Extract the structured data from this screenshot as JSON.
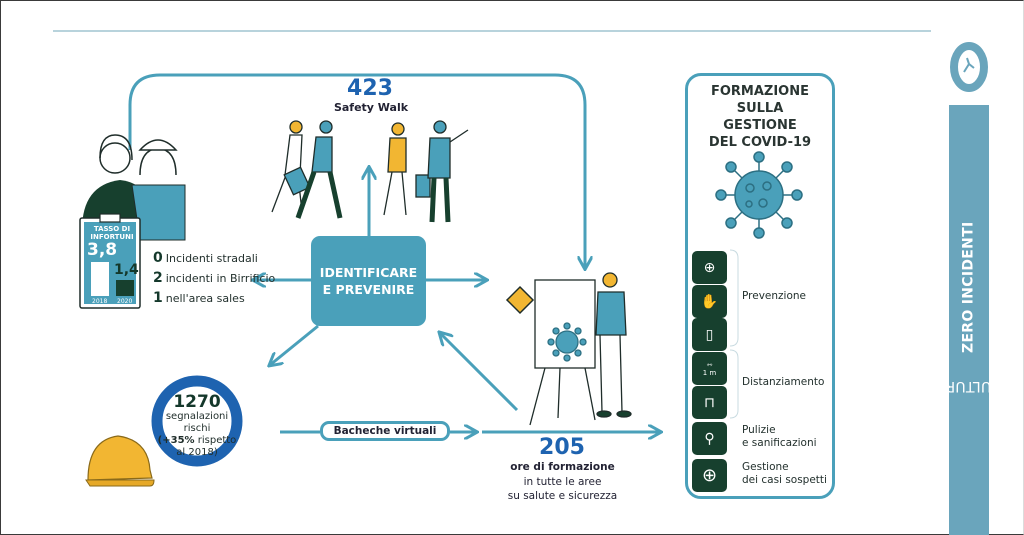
{
  "header": {
    "line": true
  },
  "safety_walk": {
    "value": "423",
    "label": "Safety Walk"
  },
  "center": {
    "line1": "IDENTIFICARE",
    "line2": "E PREVENIRE"
  },
  "injury_rate": {
    "title_line1": "TASSO DI",
    "title_line2": "INFORTUNI",
    "values": [
      {
        "year": "2018",
        "value": "3,8"
      },
      {
        "year": "2020",
        "value": "1,4"
      }
    ]
  },
  "incidents": [
    {
      "count": "0",
      "label": "Incidenti  stradali"
    },
    {
      "count": "2",
      "label": "incidenti in Birrificio"
    },
    {
      "count": "1",
      "label": "nell'area sales"
    }
  ],
  "reports": {
    "value": "1270",
    "line1": "segnalazioni",
    "line2": "rischi",
    "delta_bold": "(+35%",
    "delta_rest": " rispetto",
    "line4": "al 2018)"
  },
  "boards": {
    "label": "Bacheche virtuali"
  },
  "training": {
    "value": "205",
    "line1": "ore di formazione",
    "line2": "in tutte le aree",
    "line3": "su salute e sicurezza"
  },
  "covid_panel": {
    "title": [
      "FORMAZIONE",
      "SULLA",
      "GESTIONE",
      "DEL COVID-19"
    ],
    "categories": [
      {
        "label": "Prevenzione",
        "icons": [
          "mask-icon",
          "handwash-icon",
          "sanitizer-icon"
        ]
      },
      {
        "label": "Distanziamento",
        "icons": [
          "distance-1m-icon",
          "separated-desks-icon"
        ],
        "icon_text": "1 m"
      },
      {
        "label_line1": "Pulizie",
        "label_line2": "e sanificazioni",
        "icons": [
          "cleaning-icon"
        ]
      },
      {
        "label_line1": "Gestione",
        "label_line2": "dei casi sospetti",
        "icons": [
          "medical-cross-icon"
        ]
      }
    ]
  },
  "sidebar": {
    "prefix": "CULTURA ",
    "bold": "ZERO INCIDENTI",
    "logo": "0"
  },
  "colors": {
    "teal": "#4aa0ba",
    "blue": "#1e63b0",
    "dark_green": "#17402e",
    "side_blue": "#6aa5bc",
    "yellow": "#f2b632"
  }
}
